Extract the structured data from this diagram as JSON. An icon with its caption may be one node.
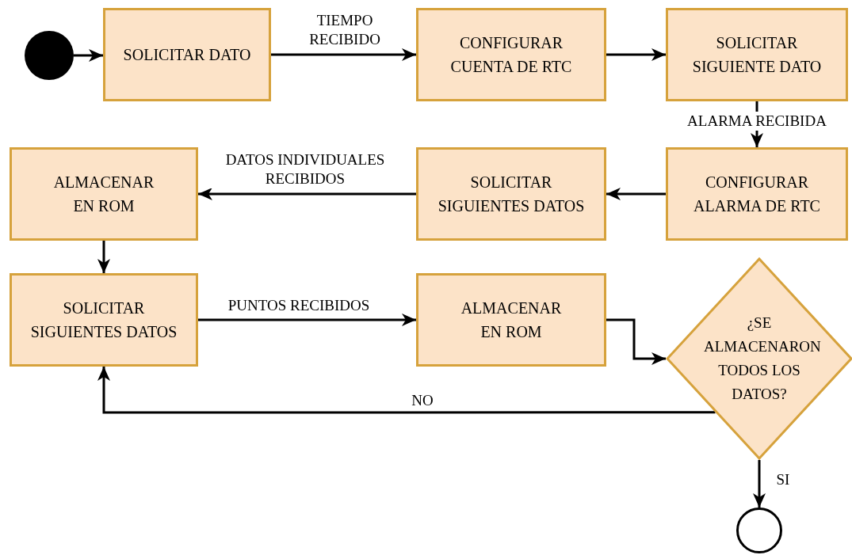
{
  "diagram": {
    "nodes": [
      {
        "text": [],
        "shape": "circle"
      },
      {
        "text": [
          "SOLICITAR DATO"
        ]
      },
      {
        "text": [
          "CONFIGURAR CUENTA DE RTC"
        ]
      },
      {
        "text": [
          "SOLICITAR SIGUIENTE DATO"
        ]
      },
      {
        "text": [
          "ALMACENAR EN ROM"
        ]
      },
      {
        "text": [
          "SOLICITAR SIGUIENTES DATOS"
        ]
      },
      {
        "text": [
          "CONFIGURAR ALARMA DE RTC"
        ]
      },
      {
        "text": [
          "SOLICITAR SIGUIENTES DATOS"
        ]
      },
      {
        "text": [
          "ALMACENAR EN ROM"
        ]
      },
      {
        "text": [
          "¿SE ALMACENARON TODOS LOS DATOS?"
        ]
      },
      {
        "text": [],
        "shape": "circle"
      }
    ],
    "edges": [
      {
        "from": 0,
        "to": 1,
        "arrow": "to"
      },
      {
        "from": 1,
        "to": 2,
        "arrow": "to",
        "label": "TIEMPO RECIBIDO"
      },
      {
        "from": 2,
        "to": 3,
        "arrow": "to"
      },
      {
        "from": 3,
        "to": 6,
        "arrow": "to",
        "label": "ALARMA RECIBIDA"
      },
      {
        "from": 6,
        "to": 5,
        "arrow": "to"
      },
      {
        "from": 5,
        "to": 4,
        "arrow": "to",
        "label": "DATOS INDIVIDUALES RECIBIDOS"
      },
      {
        "from": 4,
        "to": 7,
        "arrow": "to"
      },
      {
        "from": 7,
        "to": 8,
        "arrow": "to",
        "label": "PUNTOS RECIBIDOS"
      },
      {
        "from": 8,
        "to": 9,
        "arrow": "to"
      },
      {
        "from": 9,
        "to": 7,
        "arrow": "to",
        "label": "NO"
      },
      {
        "from": 9,
        "to": 10,
        "arrow": "to",
        "label": "SI"
      }
    ]
  }
}
